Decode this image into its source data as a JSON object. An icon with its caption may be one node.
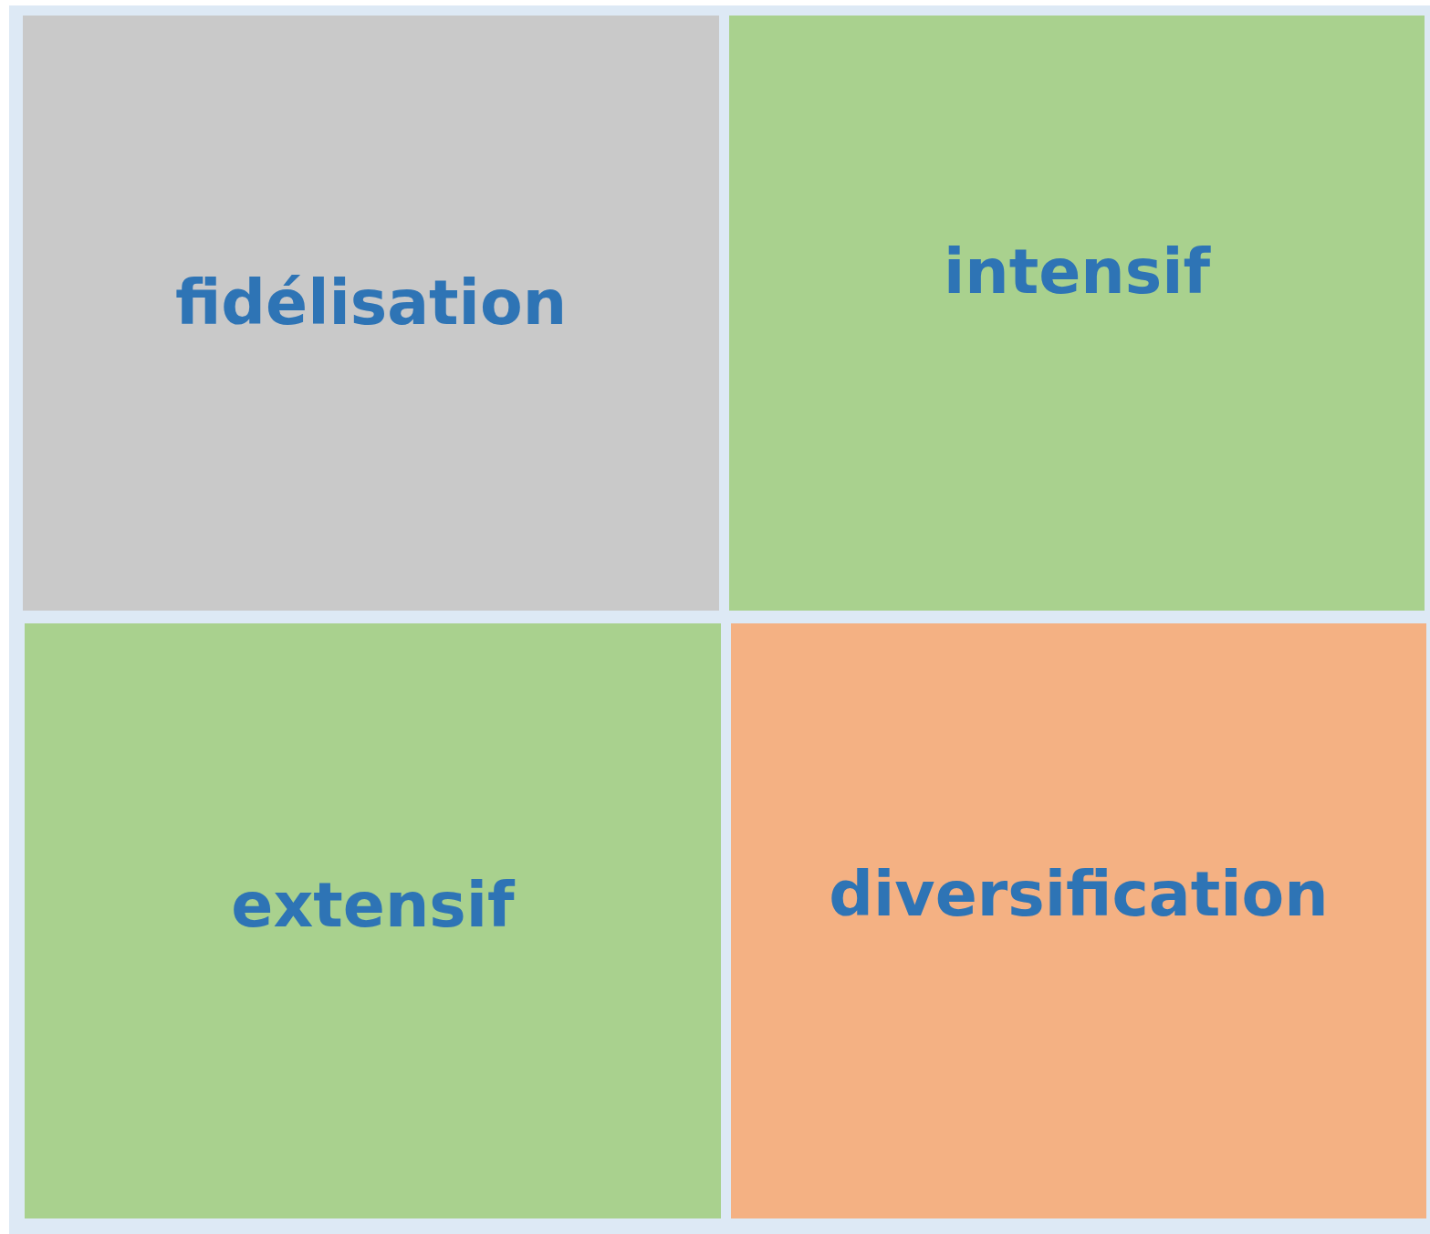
{
  "diagram": {
    "nodes": [
      {
        "text": [
          "fidélisation"
        ]
      },
      {
        "text": [
          "intensif"
        ]
      },
      {
        "text": [
          "extensif"
        ]
      },
      {
        "text": [
          "diversification"
        ]
      }
    ]
  }
}
